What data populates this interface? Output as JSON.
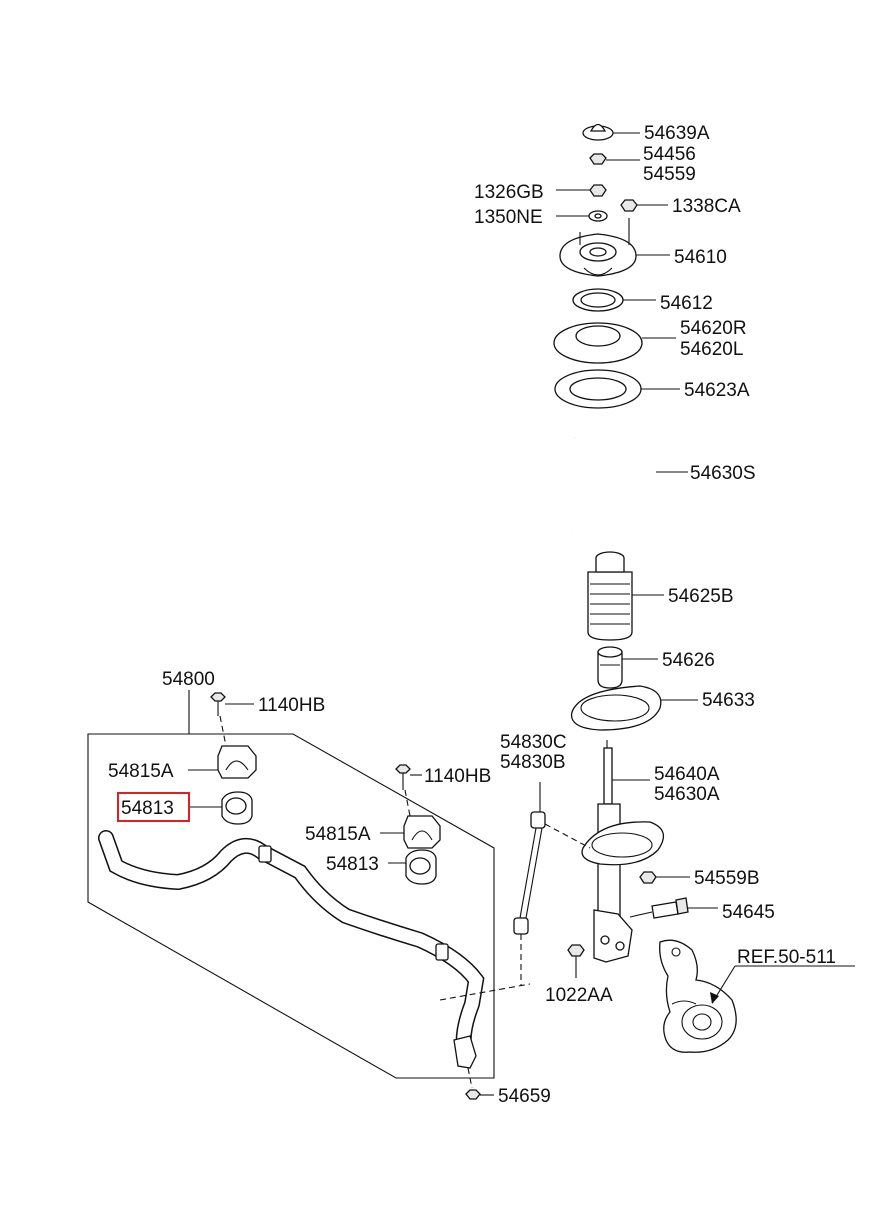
{
  "diagram": {
    "labels": {
      "p54639A": "54639A",
      "p54456": "54456",
      "p54559": "54559",
      "p1326GB": "1326GB",
      "p1338CA": "1338CA",
      "p1350NE": "1350NE",
      "p54610": "54610",
      "p54612": "54612",
      "p54620R": "54620R",
      "p54620L": "54620L",
      "p54623A": "54623A",
      "p54630S": "54630S",
      "p54625B": "54625B",
      "p54626": "54626",
      "p54633": "54633",
      "p54800": "54800",
      "p1140HB_a": "1140HB",
      "p54830C": "54830C",
      "p54830B": "54830B",
      "p54640A": "54640A",
      "p54630A": "54630A",
      "p54815A_a": "54815A",
      "p1140HB_b": "1140HB",
      "p54813_a": "54813",
      "p54815A_b": "54815A",
      "p54813_b": "54813",
      "p54559B": "54559B",
      "p54645": "54645",
      "pREF": "REF.50-511",
      "p1022AA": "1022AA",
      "p54659": "54659"
    },
    "highlighted_part": "54813",
    "highlight_color": "#e02020"
  }
}
